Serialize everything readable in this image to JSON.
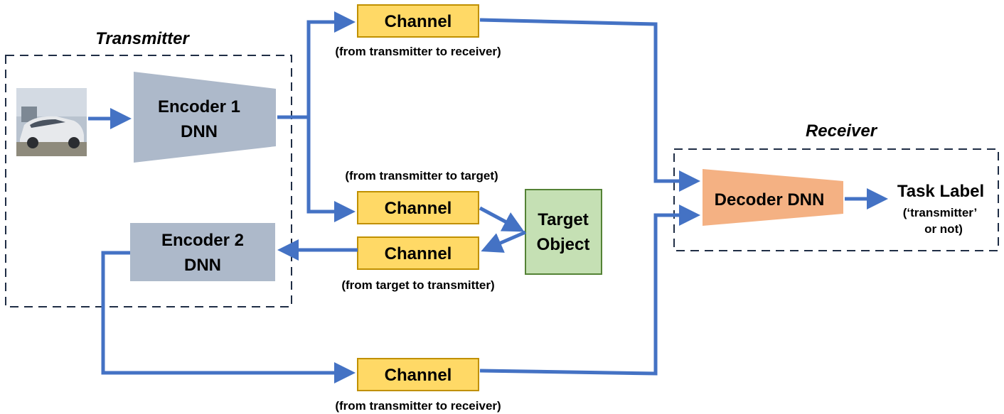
{
  "transmitter": {
    "title": "Transmitter",
    "encoder1": {
      "line1": "Encoder 1",
      "line2": "DNN"
    },
    "encoder2": {
      "line1": "Encoder 2",
      "line2": "DNN"
    }
  },
  "receiver": {
    "title": "Receiver",
    "decoder": "Decoder DNN",
    "task_label": "Task Label",
    "task_sub1": "(‘transmitter’",
    "task_sub2": "or not)"
  },
  "channels": {
    "top": {
      "label": "Channel",
      "caption": "(from transmitter to receiver)"
    },
    "to_target": {
      "label": "Channel",
      "caption": "(from transmitter to target)"
    },
    "from_target": {
      "label": "Channel",
      "caption": "(from target to transmitter)"
    },
    "bottom": {
      "label": "Channel",
      "caption": "(from transmitter to receiver)"
    }
  },
  "target": {
    "line1": "Target",
    "line2": "Object"
  },
  "colors": {
    "arrow": "#4472c4",
    "encoder": "#adb9ca",
    "channel": "#ffd966",
    "channel_border": "#c09000",
    "target": "#c5e0b4",
    "target_border": "#548235",
    "decoder": "#f4b183",
    "dash": "#1f2d45"
  }
}
